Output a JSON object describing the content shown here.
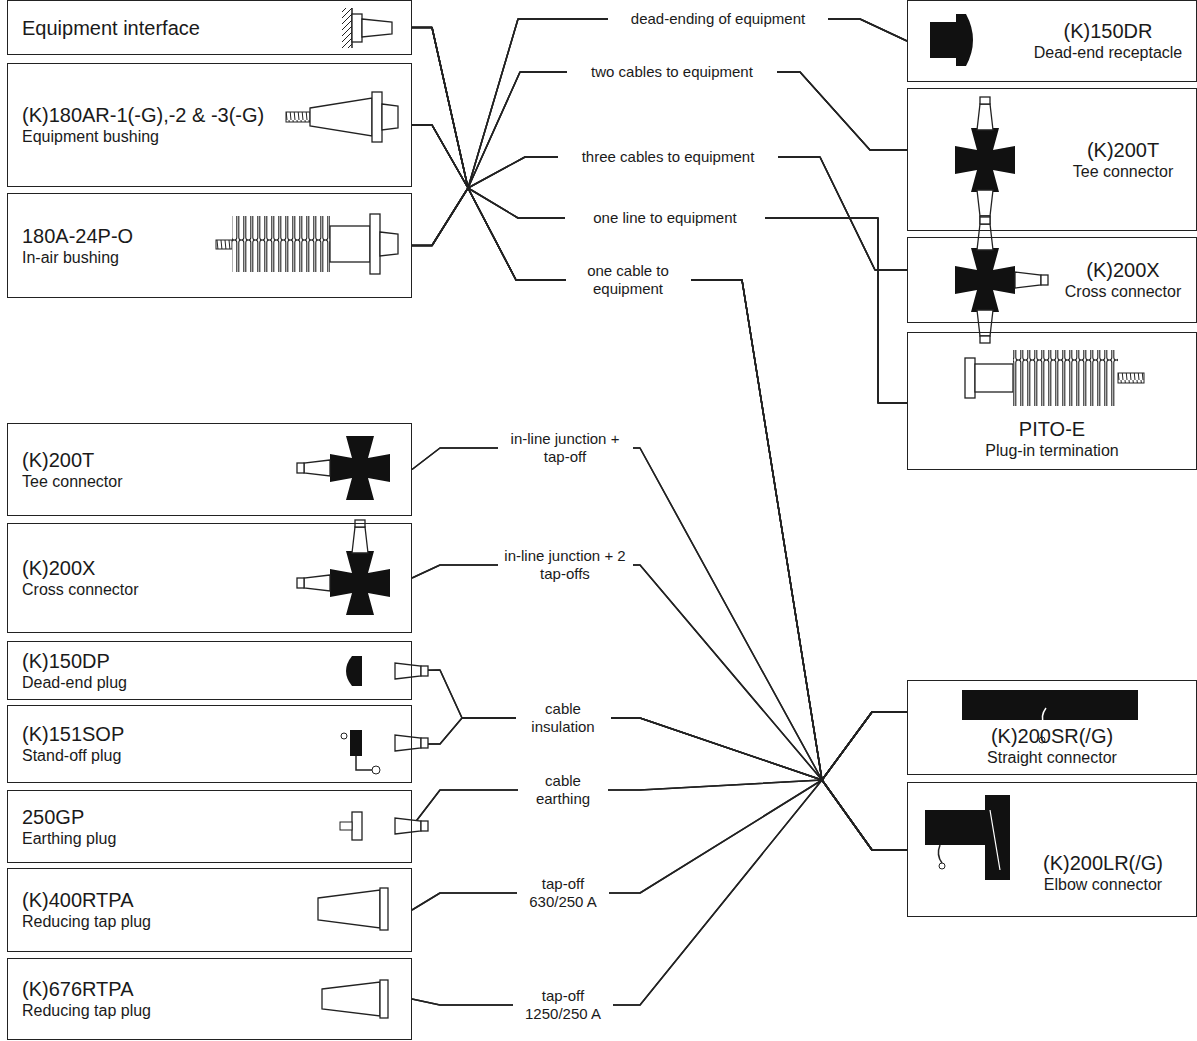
{
  "diagram": {
    "nodes": [
      {
        "text": [
          "Equipment interface"
        ]
      },
      {
        "text": [
          "(K)180AR-1(-G),-2 & -3(-G)",
          "Equipment bushing"
        ]
      },
      {
        "text": [
          "180A-24P-O",
          "In-air bushing"
        ]
      },
      {
        "text": [
          "(K)150DR",
          "Dead-end receptacle"
        ]
      },
      {
        "text": [
          "(K)200T",
          "Tee connector"
        ]
      },
      {
        "text": [
          "(K)200X",
          "Cross connector"
        ]
      },
      {
        "text": [
          "PITO-E",
          "Plug-in termination"
        ]
      },
      {
        "text": [
          "(K)200T",
          "Tee connector"
        ]
      },
      {
        "text": [
          "(K)200X",
          "Cross connector"
        ]
      },
      {
        "text": [
          "(K)150DP",
          "Dead-end plug"
        ]
      },
      {
        "text": [
          "(K)151SOP",
          "Stand-off plug"
        ]
      },
      {
        "text": [
          "250GP",
          "Earthing plug"
        ]
      },
      {
        "text": [
          "(K)400RTPA",
          "Reducing tap plug"
        ]
      },
      {
        "text": [
          "(K)676RTPA",
          "Reducing tap plug"
        ]
      },
      {
        "text": [
          "(K)200SR(/G)",
          "Straight connector"
        ]
      },
      {
        "text": [
          "(K)200LR(/G)",
          "Elbow connector"
        ]
      }
    ],
    "edges": [
      {
        "from": 0,
        "to": 3,
        "arrow": "none",
        "label": "dead-ending of equipment"
      },
      {
        "from": 1,
        "to": 3,
        "arrow": "none"
      },
      {
        "from": 2,
        "to": 3,
        "arrow": "none"
      },
      {
        "from": 0,
        "to": 4,
        "arrow": "none",
        "label": "two cables to equipment"
      },
      {
        "from": 1,
        "to": 4,
        "arrow": "none"
      },
      {
        "from": 2,
        "to": 4,
        "arrow": "none"
      },
      {
        "from": 0,
        "to": 5,
        "arrow": "none",
        "label": "three cables to equipment"
      },
      {
        "from": 1,
        "to": 5,
        "arrow": "none"
      },
      {
        "from": 2,
        "to": 5,
        "arrow": "none"
      },
      {
        "from": 0,
        "to": 6,
        "arrow": "none",
        "label": "one line to equipment"
      },
      {
        "from": 1,
        "to": 6,
        "arrow": "none"
      },
      {
        "from": 2,
        "to": 6,
        "arrow": "none"
      },
      {
        "from": 0,
        "to": 14,
        "arrow": "none",
        "label": "one cable to equipment"
      },
      {
        "from": 1,
        "to": 14,
        "arrow": "none"
      },
      {
        "from": 2,
        "to": 14,
        "arrow": "none"
      },
      {
        "from": 0,
        "to": 15,
        "arrow": "none"
      },
      {
        "from": 1,
        "to": 15,
        "arrow": "none"
      },
      {
        "from": 2,
        "to": 15,
        "arrow": "none"
      },
      {
        "from": 7,
        "to": 14,
        "arrow": "none",
        "label": "in-line junction + tap-off"
      },
      {
        "from": 7,
        "to": 15,
        "arrow": "none"
      },
      {
        "from": 8,
        "to": 14,
        "arrow": "none",
        "label": "in-line junction + 2 tap-offs"
      },
      {
        "from": 8,
        "to": 15,
        "arrow": "none"
      },
      {
        "from": 9,
        "to": 14,
        "arrow": "none",
        "label": "cable insulation"
      },
      {
        "from": 9,
        "to": 15,
        "arrow": "none"
      },
      {
        "from": 10,
        "to": 14,
        "arrow": "none"
      },
      {
        "from": 10,
        "to": 15,
        "arrow": "none"
      },
      {
        "from": 11,
        "to": 14,
        "arrow": "none",
        "label": "cable earthing"
      },
      {
        "from": 11,
        "to": 15,
        "arrow": "none"
      },
      {
        "from": 12,
        "to": 14,
        "arrow": "none",
        "label": "tap-off 630/250 A"
      },
      {
        "from": 12,
        "to": 15,
        "arrow": "none"
      },
      {
        "from": 13,
        "to": 14,
        "arrow": "none",
        "label": "tap-off 1250/250 A"
      },
      {
        "from": 13,
        "to": 15,
        "arrow": "none"
      }
    ]
  }
}
